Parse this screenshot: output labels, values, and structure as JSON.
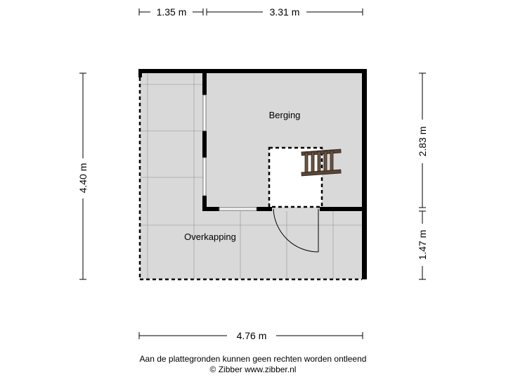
{
  "dimensions": {
    "top_left": "1.35 m",
    "top_right": "3.31 m",
    "left": "4.40 m",
    "right_top": "2.83 m",
    "right_bottom": "1.47 m",
    "bottom": "4.76 m"
  },
  "rooms": {
    "storage": "Berging",
    "canopy": "Overkapping"
  },
  "colors": {
    "floor": "#d9d9d9",
    "wall": "#000000",
    "grid": "#ffffff",
    "ladder": "#5a4636"
  },
  "footer": {
    "disclaimer": "Aan de plattegronden kunnen geen rechten worden ontleend",
    "copyright": "© Zibber www.zibber.nl"
  }
}
